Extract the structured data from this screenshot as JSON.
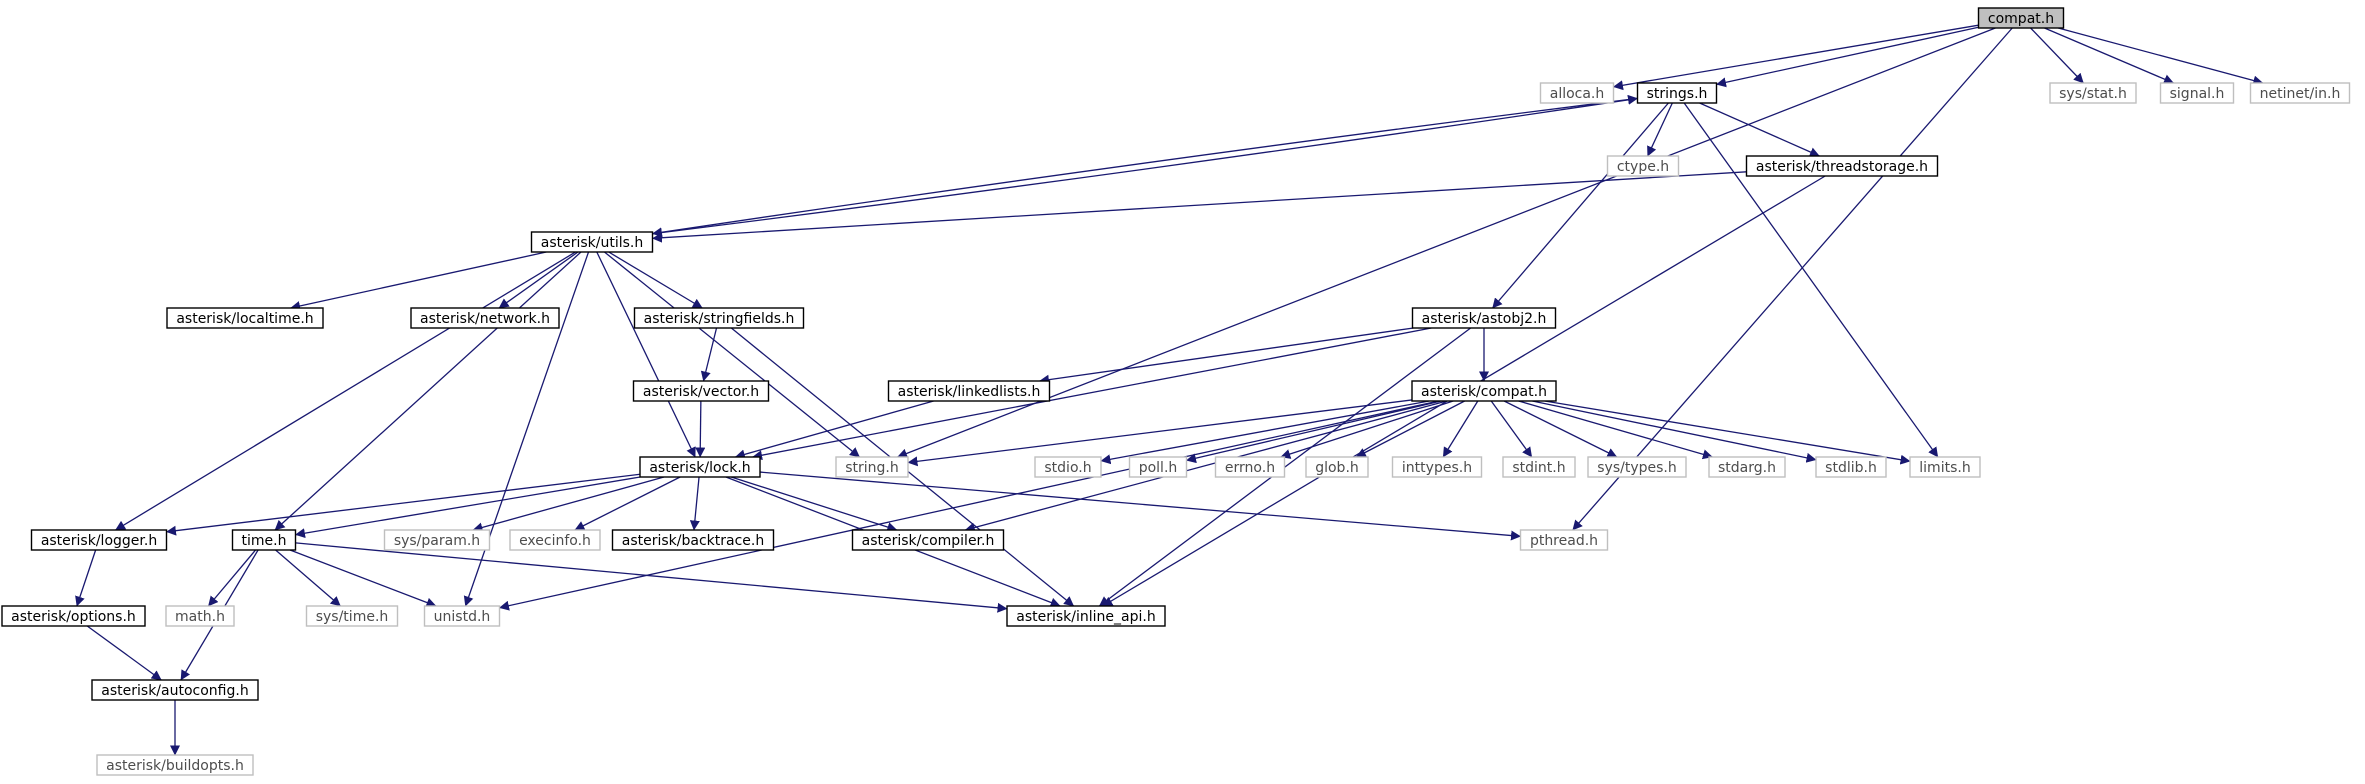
{
  "nodes": [
    {
      "id": "compat_root",
      "label": "compat.h",
      "style": "root"
    },
    {
      "id": "alloca",
      "label": "alloca.h",
      "style": "external"
    },
    {
      "id": "strings",
      "label": "strings.h",
      "style": "internal"
    },
    {
      "id": "sysstat",
      "label": "sys/stat.h",
      "style": "external"
    },
    {
      "id": "signal",
      "label": "signal.h",
      "style": "external"
    },
    {
      "id": "netinet",
      "label": "netinet/in.h",
      "style": "external"
    },
    {
      "id": "ctype",
      "label": "ctype.h",
      "style": "external"
    },
    {
      "id": "threadstorage",
      "label": "asterisk/threadstorage.h",
      "style": "internal"
    },
    {
      "id": "utils",
      "label": "asterisk/utils.h",
      "style": "internal"
    },
    {
      "id": "localtime",
      "label": "asterisk/localtime.h",
      "style": "internal"
    },
    {
      "id": "network",
      "label": "asterisk/network.h",
      "style": "internal"
    },
    {
      "id": "stringfields",
      "label": "asterisk/stringfields.h",
      "style": "internal"
    },
    {
      "id": "astobj2",
      "label": "asterisk/astobj2.h",
      "style": "internal"
    },
    {
      "id": "vector",
      "label": "asterisk/vector.h",
      "style": "internal"
    },
    {
      "id": "linkedlists",
      "label": "asterisk/linkedlists.h",
      "style": "internal"
    },
    {
      "id": "compat_ast",
      "label": "asterisk/compat.h",
      "style": "internal"
    },
    {
      "id": "lock",
      "label": "asterisk/lock.h",
      "style": "internal"
    },
    {
      "id": "string",
      "label": "string.h",
      "style": "external"
    },
    {
      "id": "stdio",
      "label": "stdio.h",
      "style": "external"
    },
    {
      "id": "poll",
      "label": "poll.h",
      "style": "external"
    },
    {
      "id": "errno",
      "label": "errno.h",
      "style": "external"
    },
    {
      "id": "glob",
      "label": "glob.h",
      "style": "external"
    },
    {
      "id": "inttypes",
      "label": "inttypes.h",
      "style": "external"
    },
    {
      "id": "stdint",
      "label": "stdint.h",
      "style": "external"
    },
    {
      "id": "systypes",
      "label": "sys/types.h",
      "style": "external"
    },
    {
      "id": "stdarg",
      "label": "stdarg.h",
      "style": "external"
    },
    {
      "id": "stdlib",
      "label": "stdlib.h",
      "style": "external"
    },
    {
      "id": "limits",
      "label": "limits.h",
      "style": "external"
    },
    {
      "id": "logger",
      "label": "asterisk/logger.h",
      "style": "internal"
    },
    {
      "id": "time",
      "label": "time.h",
      "style": "internal"
    },
    {
      "id": "sysparam",
      "label": "sys/param.h",
      "style": "external"
    },
    {
      "id": "execinfo",
      "label": "execinfo.h",
      "style": "external"
    },
    {
      "id": "backtrace",
      "label": "asterisk/backtrace.h",
      "style": "internal"
    },
    {
      "id": "compiler",
      "label": "asterisk/compiler.h",
      "style": "internal"
    },
    {
      "id": "pthread",
      "label": "pthread.h",
      "style": "external"
    },
    {
      "id": "options",
      "label": "asterisk/options.h",
      "style": "internal"
    },
    {
      "id": "math",
      "label": "math.h",
      "style": "external"
    },
    {
      "id": "systime",
      "label": "sys/time.h",
      "style": "external"
    },
    {
      "id": "unistd",
      "label": "unistd.h",
      "style": "external"
    },
    {
      "id": "inline_api",
      "label": "asterisk/inline_api.h",
      "style": "internal"
    },
    {
      "id": "autoconfig",
      "label": "asterisk/autoconfig.h",
      "style": "internal"
    },
    {
      "id": "buildopts",
      "label": "asterisk/buildopts.h",
      "style": "external"
    }
  ],
  "edges": [
    [
      "compat_root",
      "alloca"
    ],
    [
      "compat_root",
      "strings"
    ],
    [
      "compat_root",
      "sysstat"
    ],
    [
      "compat_root",
      "signal"
    ],
    [
      "compat_root",
      "netinet"
    ],
    [
      "compat_root",
      "string"
    ],
    [
      "compat_root",
      "pthread"
    ],
    [
      "strings",
      "ctype"
    ],
    [
      "strings",
      "threadstorage"
    ],
    [
      "strings",
      "utils"
    ],
    [
      "strings",
      "astobj2"
    ],
    [
      "strings",
      "limits"
    ],
    [
      "threadstorage",
      "utils"
    ],
    [
      "threadstorage",
      "inline_api"
    ],
    [
      "utils",
      "strings"
    ],
    [
      "utils",
      "localtime"
    ],
    [
      "utils",
      "network"
    ],
    [
      "utils",
      "stringfields"
    ],
    [
      "utils",
      "lock"
    ],
    [
      "utils",
      "logger"
    ],
    [
      "utils",
      "time"
    ],
    [
      "utils",
      "unistd"
    ],
    [
      "utils",
      "string"
    ],
    [
      "stringfields",
      "vector"
    ],
    [
      "stringfields",
      "inline_api"
    ],
    [
      "vector",
      "lock"
    ],
    [
      "astobj2",
      "lock"
    ],
    [
      "astobj2",
      "linkedlists"
    ],
    [
      "astobj2",
      "compat_ast"
    ],
    [
      "astobj2",
      "inline_api"
    ],
    [
      "linkedlists",
      "lock"
    ],
    [
      "compat_ast",
      "string"
    ],
    [
      "compat_ast",
      "stdio"
    ],
    [
      "compat_ast",
      "poll"
    ],
    [
      "compat_ast",
      "errno"
    ],
    [
      "compat_ast",
      "glob"
    ],
    [
      "compat_ast",
      "inttypes"
    ],
    [
      "compat_ast",
      "stdint"
    ],
    [
      "compat_ast",
      "systypes"
    ],
    [
      "compat_ast",
      "stdarg"
    ],
    [
      "compat_ast",
      "stdlib"
    ],
    [
      "compat_ast",
      "limits"
    ],
    [
      "compat_ast",
      "compiler"
    ],
    [
      "compat_ast",
      "unistd"
    ],
    [
      "lock",
      "logger"
    ],
    [
      "lock",
      "time"
    ],
    [
      "lock",
      "sysparam"
    ],
    [
      "lock",
      "execinfo"
    ],
    [
      "lock",
      "backtrace"
    ],
    [
      "lock",
      "compiler"
    ],
    [
      "lock",
      "inline_api"
    ],
    [
      "lock",
      "pthread"
    ],
    [
      "logger",
      "options"
    ],
    [
      "options",
      "autoconfig"
    ],
    [
      "time",
      "math"
    ],
    [
      "time",
      "systime"
    ],
    [
      "time",
      "unistd"
    ],
    [
      "time",
      "inline_api"
    ],
    [
      "time",
      "autoconfig"
    ],
    [
      "autoconfig",
      "buildopts"
    ]
  ],
  "colors": {
    "edge": "#191970",
    "internal_border": "#000000",
    "external_border": "#bfbfbf",
    "external_text": "#4d4d4d",
    "root_fill": "#bfbfbf"
  }
}
